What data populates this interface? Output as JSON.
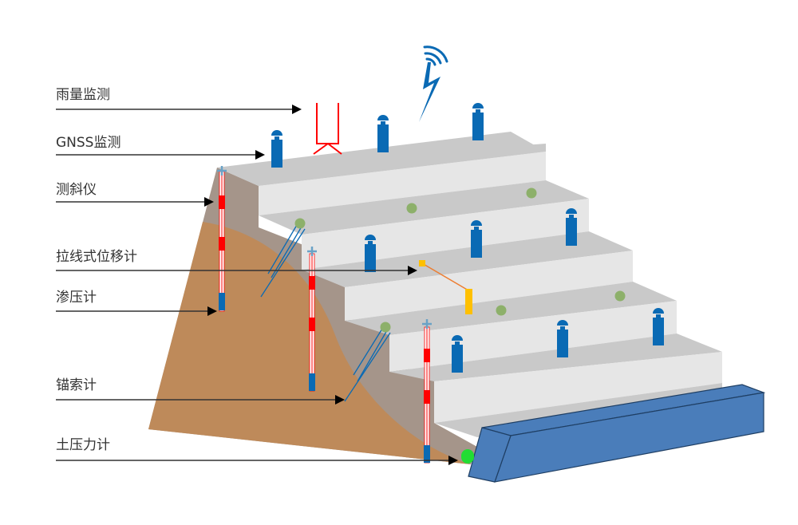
{
  "labels": {
    "rain": "雨量监测",
    "gnss": "GNSS监测",
    "inclinometer": "测斜仪",
    "wire_displacement": "拉线式位移计",
    "piezometer": "渗压计",
    "anchor_cable": "锚索计",
    "earth_pressure": "土压力计"
  },
  "colors": {
    "soil": "#be8a5a",
    "rock": "#a5958a",
    "tread": "#c9c9c9",
    "riser": "#e6e6e6",
    "sensor_blue": "#0a6ab4",
    "wall_blue": "#4a7dba",
    "green_dot": "#8db06a",
    "marker_red": "#ff0000",
    "displacement_yellow": "#ffc000",
    "wire_orange": "#ed7d31",
    "pressure_green": "#22dd33"
  }
}
